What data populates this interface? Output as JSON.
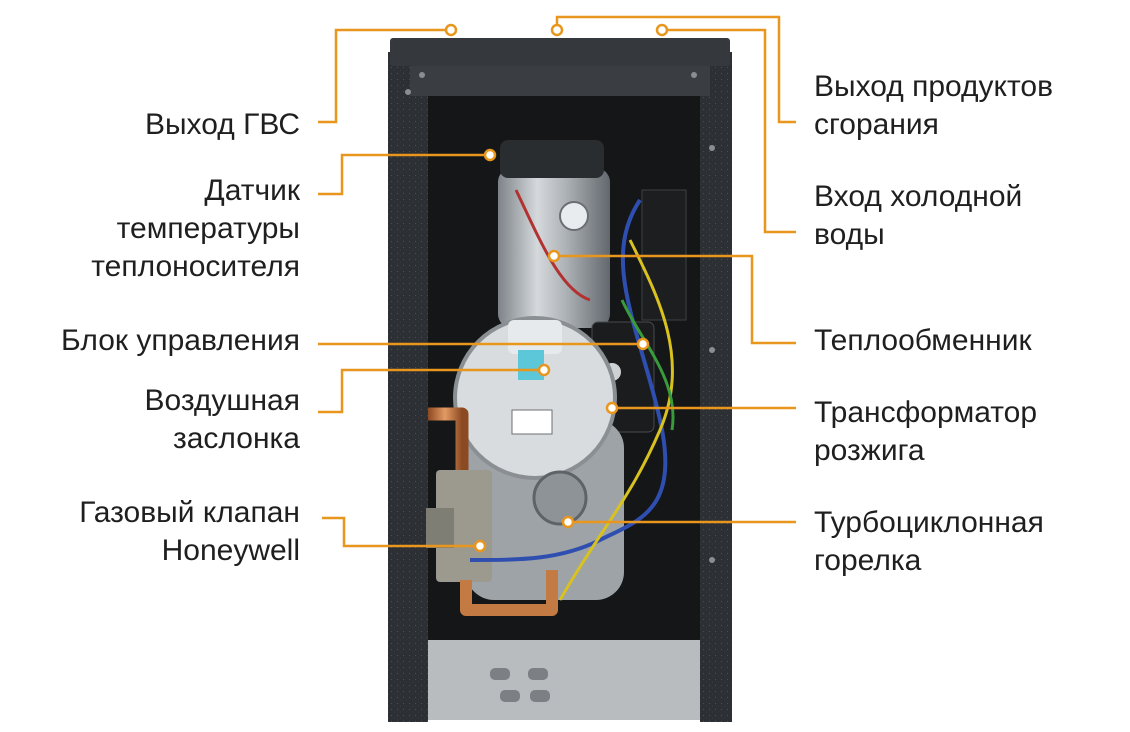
{
  "accent_color": "#e8961d",
  "labels": {
    "hot_water_out": [
      "Выход ГВС"
    ],
    "temp_sensor": [
      "Датчик",
      "температуры",
      "теплоносителя"
    ],
    "control_unit": [
      "Блок управления"
    ],
    "air_damper": [
      "Воздушная",
      "заслонка"
    ],
    "gas_valve": [
      "Газовый клапан",
      "Honeywell"
    ],
    "flue_out": [
      "Выход продуктов",
      "сгорания"
    ],
    "cold_water_in": [
      "Вход холодной",
      "воды"
    ],
    "heat_exchanger": [
      "Теплообменник"
    ],
    "ignition_transformer": [
      "Трансформатор",
      "розжига"
    ],
    "burner": [
      "Турбоциклонная",
      "горелка"
    ]
  }
}
